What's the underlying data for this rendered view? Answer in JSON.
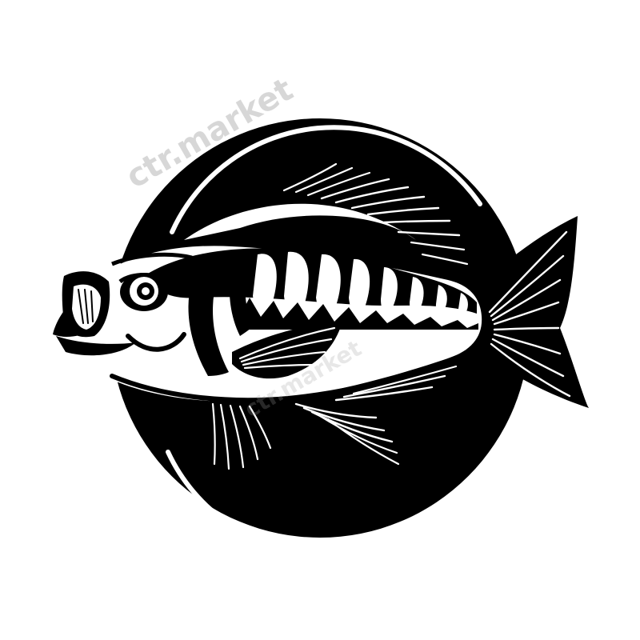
{
  "image": {
    "subject": "fish-emblem-logo",
    "colors": {
      "background": "#ffffff",
      "ink": "#000000"
    }
  },
  "watermark": {
    "text_top": "ctr.market",
    "text_mid": "ctr.market"
  }
}
